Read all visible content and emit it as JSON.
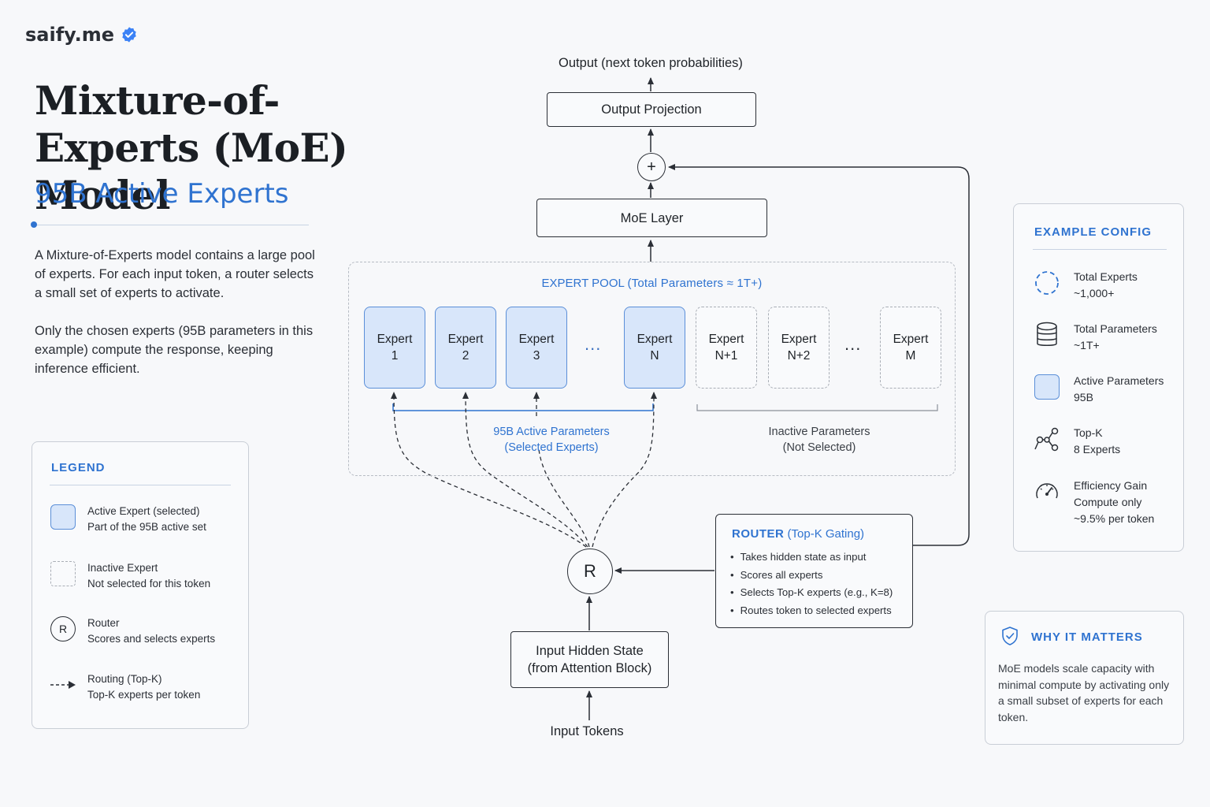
{
  "brand": {
    "name": "saify.me",
    "verified_icon": "verified-badge-icon"
  },
  "header": {
    "title": "Mixture-of-Experts (MoE) Model",
    "subtitle": "95B Active Experts"
  },
  "intro": {
    "p1": "A Mixture-of-Experts model contains a large pool of experts. For each input token, a router selects a small set of experts to activate.",
    "p2": "Only the chosen experts (95B parameters in this example) compute the response, keeping inference efficient."
  },
  "legend": {
    "heading": "LEGEND",
    "items": [
      {
        "icon": "active-swatch",
        "title": "Active Expert (selected)",
        "desc": "Part of the 95B active set"
      },
      {
        "icon": "inactive-swatch",
        "title": "Inactive Expert",
        "desc": "Not selected for this token"
      },
      {
        "icon": "router-icon",
        "symbol": "R",
        "title": "Router",
        "desc": "Scores and selects experts"
      },
      {
        "icon": "dashed-arrow-icon",
        "title": "Routing (Top-K)",
        "desc": "Top-K experts per token"
      }
    ]
  },
  "diagram": {
    "output_label": "Output (next token probabilities)",
    "output_projection": "Output Projection",
    "plus_symbol": "+",
    "moe_layer": "MoE Layer",
    "pool": {
      "title": "EXPERT POOL",
      "title_paren": "(Total Parameters ≈ 1T+)"
    },
    "experts": [
      {
        "line1": "Expert",
        "line2": "1",
        "state": "active"
      },
      {
        "line1": "Expert",
        "line2": "2",
        "state": "active"
      },
      {
        "line1": "Expert",
        "line2": "3",
        "state": "active"
      },
      {
        "line1": "Expert",
        "line2": "N",
        "state": "active"
      },
      {
        "line1": "Expert",
        "line2": "N+1",
        "state": "inactive"
      },
      {
        "line1": "Expert",
        "line2": "N+2",
        "state": "inactive"
      },
      {
        "line1": "Expert",
        "line2": "M",
        "state": "inactive"
      }
    ],
    "ellipsis": "...",
    "active_caption": {
      "line1": "95B Active Parameters",
      "line2": "(Selected Experts)"
    },
    "inactive_caption": {
      "line1": "Inactive Parameters",
      "line2": "(Not Selected)"
    },
    "router_symbol": "R",
    "input_hidden_state": {
      "line1": "Input Hidden State",
      "line2": "(from Attention Block)"
    },
    "input_tokens": "Input Tokens",
    "router_box": {
      "title": "ROUTER",
      "title_paren": "(Top-K Gating)",
      "bullets": [
        "Takes hidden state as input",
        "Scores all experts",
        "Selects Top-K experts (e.g., K=8)",
        "Routes token to selected experts"
      ]
    }
  },
  "config": {
    "heading": "EXAMPLE CONFIG",
    "items": [
      {
        "icon": "dashed-circle-icon",
        "title": "Total Experts",
        "value": "~1,000+"
      },
      {
        "icon": "database-icon",
        "title": "Total Parameters",
        "value": "~1T+"
      },
      {
        "icon": "active-swatch-icon",
        "title": "Active Parameters",
        "value": "95B"
      },
      {
        "icon": "branch-nodes-icon",
        "title": "Top-K",
        "value": "8 Experts"
      },
      {
        "icon": "speedometer-icon",
        "title": "Efficiency Gain",
        "value": "Compute only",
        "value2": "~9.5% per token"
      }
    ]
  },
  "why": {
    "heading": "WHY IT MATTERS",
    "icon": "shield-check-icon",
    "text": "MoE models scale capacity with minimal compute by activating only a small subset of experts for each token."
  },
  "colors": {
    "accent": "#2f73d0",
    "active_fill": "#d8e6fa",
    "active_border": "#5b8fd8",
    "ink": "#2b2f36"
  }
}
